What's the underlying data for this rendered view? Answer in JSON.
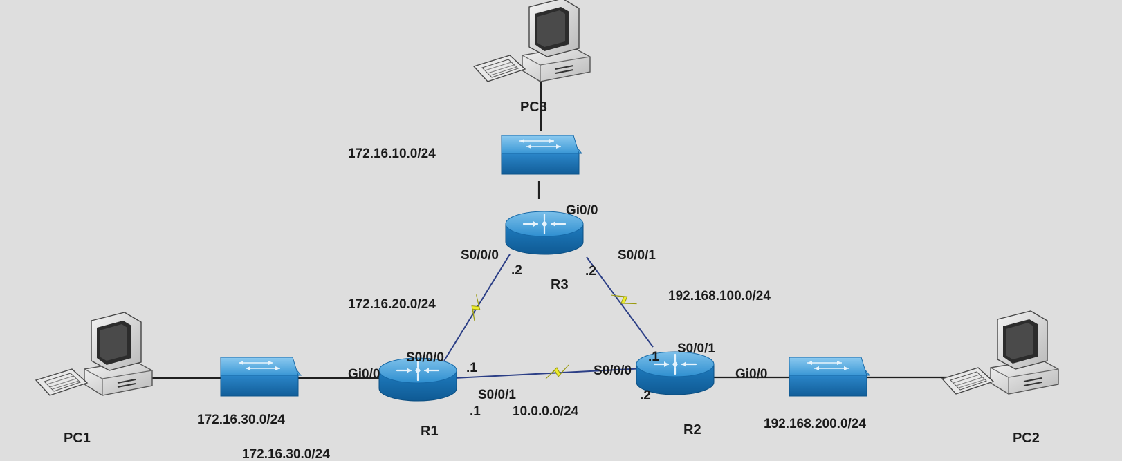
{
  "devices": {
    "pc1": "PC1",
    "pc2": "PC2",
    "pc3": "PC3",
    "r1": "R1",
    "r2": "R2",
    "r3": "R3"
  },
  "networks": {
    "r3_lan": "172.16.10.0/24",
    "r1_r3": "172.16.20.0/24",
    "r2_r3": "192.168.100.0/24",
    "r1_lan": "172.16.30.0/24",
    "r1_lan_bottom": "172.16.30.0/24",
    "r1_r2": "10.0.0.0/24",
    "r2_lan": "192.168.200.0/24"
  },
  "interfaces": {
    "r3_gi": "Gi0/0",
    "r3_s000": "S0/0/0",
    "r3_s001": "S0/0/1",
    "r1_gi": "Gi0/0",
    "r1_s000": "S0/0/0",
    "r1_s001": "S0/0/1",
    "r2_s000": "S0/0/0",
    "r2_s001": "S0/0/1",
    "r2_gi": "Gi0/0"
  },
  "host_ids": {
    "r3_s000": ".2",
    "r3_s001": ".2",
    "r1_s000": ".1",
    "r1_s001": ".1",
    "r2_s001": ".1",
    "r2_s000": ".2"
  },
  "colors": {
    "background": "#dedede",
    "device_blue": "#2a86c8",
    "serial_link": "#e9ea2a",
    "ethernet_link": "#222222"
  }
}
